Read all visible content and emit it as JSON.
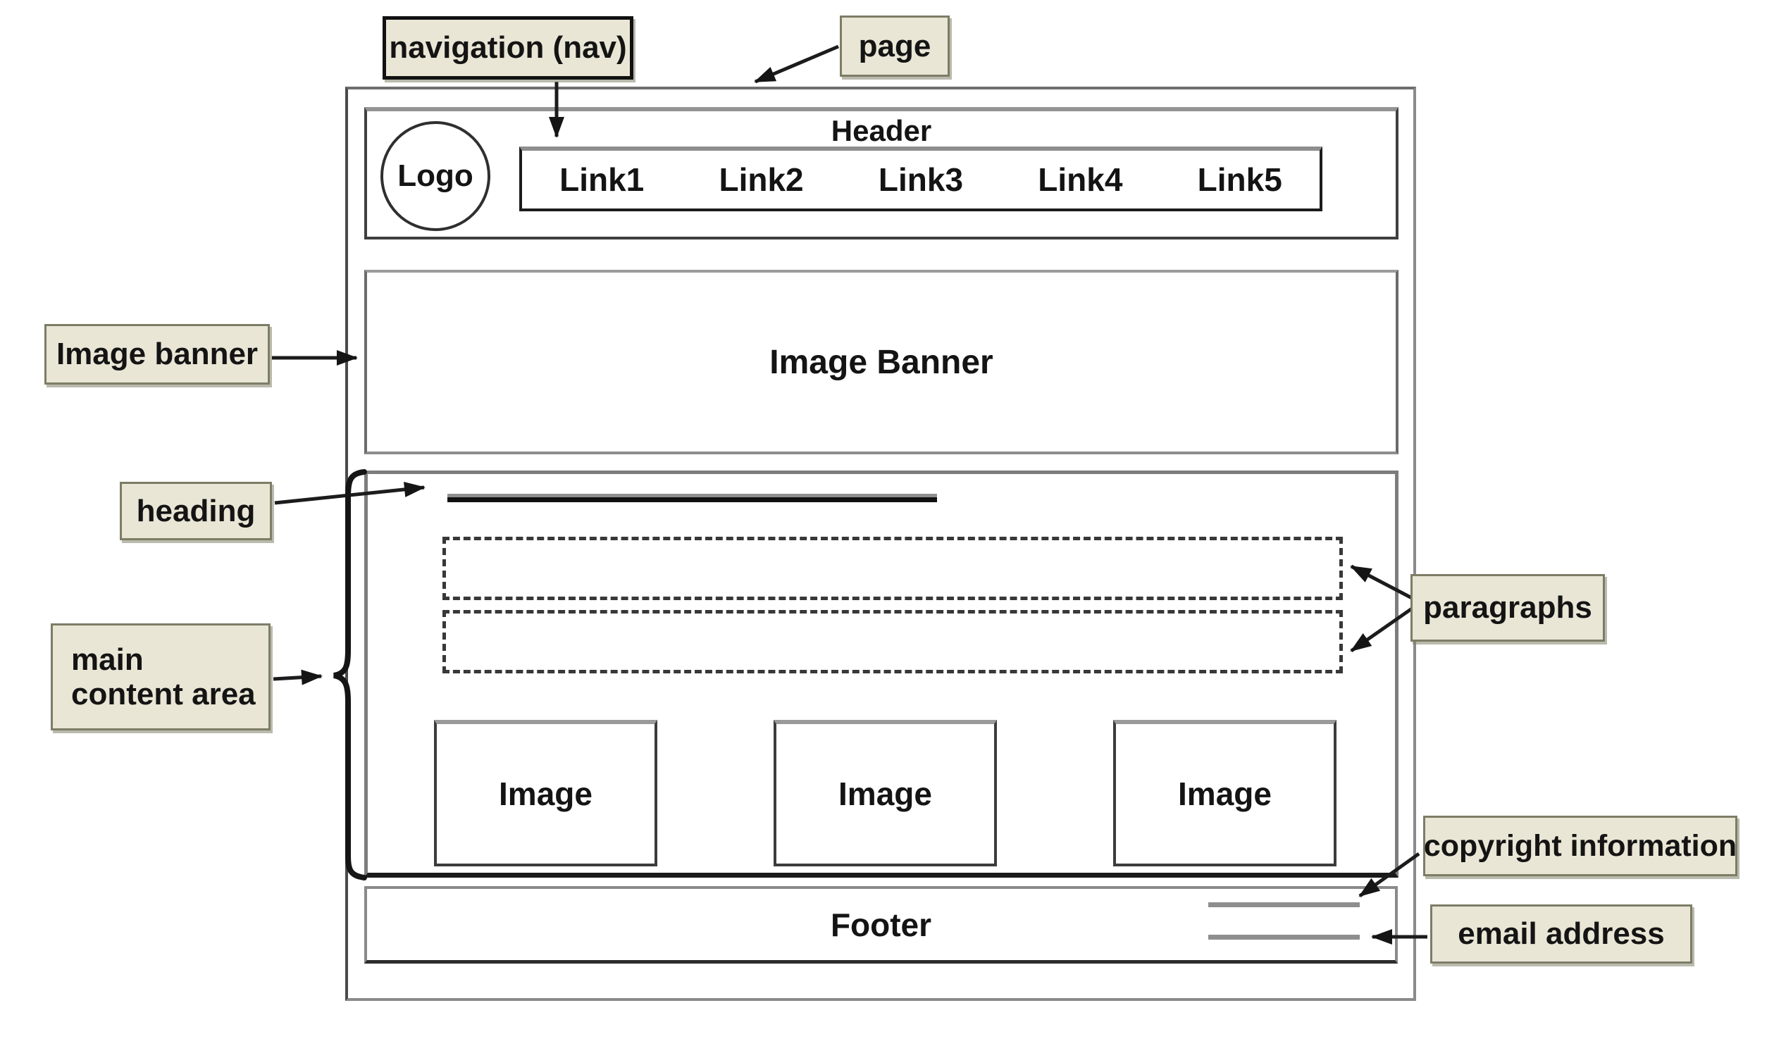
{
  "canvas": {
    "background": "#ffffff"
  },
  "colors": {
    "callout_fill": "#e9e6d6",
    "callout_border": "#7d7d66",
    "callout_navigation_border": "#111111",
    "wireframe_dark": "#1c1c1c",
    "wireframe_gray": "#8a8a8a",
    "arrow": "#1c1c1c",
    "placeholder_line": "#8e8e8e",
    "text": "#141414"
  },
  "callouts": {
    "navigation": "navigation (nav)",
    "page": "page",
    "image_banner": "Image banner",
    "heading": "heading",
    "main_content": "main content area",
    "paragraphs": "paragraphs",
    "copyright": "copyright information",
    "email": "email address"
  },
  "wireframe": {
    "header": {
      "title": "Header",
      "logo": "Logo",
      "nav_links": [
        "Link1",
        "Link2",
        "Link3",
        "Link4",
        "Link5"
      ]
    },
    "banner": {
      "text": "Image Banner"
    },
    "main": {
      "images": [
        "Image",
        "Image",
        "Image"
      ]
    },
    "footer": {
      "text": "Footer"
    }
  }
}
